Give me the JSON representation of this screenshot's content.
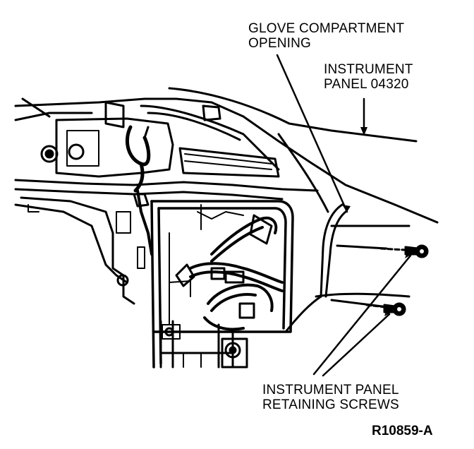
{
  "labels": {
    "glove_compartment": {
      "line1": "GLOVE COMPARTMENT",
      "line2": "OPENING"
    },
    "instrument_panel": {
      "line1": "INSTRUMENT",
      "line2": "PANEL 04320"
    },
    "retaining_screws": {
      "line1": "INSTRUMENT PANEL",
      "line2": "RETAINING SCREWS"
    }
  },
  "reference_code": "R10859-A",
  "colors": {
    "ink": "#000000",
    "paper": "#ffffff"
  }
}
